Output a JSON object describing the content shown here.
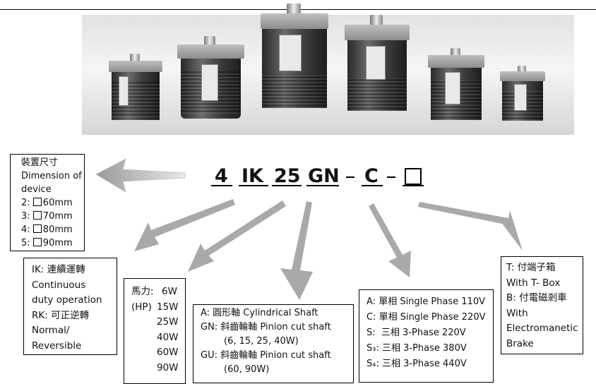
{
  "model": {
    "c1": "4",
    "c2": "IK",
    "c3": "25",
    "c4": "GN",
    "c5": "C"
  },
  "dimension": {
    "title_zh": "裝置尺寸",
    "title_en1": "Dimension of",
    "title_en2": "device",
    "items": [
      {
        "code": "2:",
        "size": "60mm"
      },
      {
        "code": "3:",
        "size": "70mm"
      },
      {
        "code": "4:",
        "size": "80mm"
      },
      {
        "code": "5:",
        "size": "90mm"
      }
    ]
  },
  "motor_type": {
    "l1": "IK:  連續運轉",
    "l2": "Continuous",
    "l3": "duty operation",
    "l4": "RK: 可正逆轉",
    "l5": "Normal/",
    "l6": "Reversible"
  },
  "power": {
    "label1": "馬力:",
    "label2": "(HP)",
    "values": [
      "6W",
      "15W",
      "25W",
      "40W",
      "60W",
      "90W"
    ]
  },
  "shaft": {
    "a": "A: 圓形軸 Cylindrical Shaft",
    "gn": "GN: 斜齒輪軸 Pinion cut shaft",
    "gn_sub": "(6, 15, 25, 40W)",
    "gu": "GU: 斜齒輪軸 Pinion cut shaft",
    "gu_sub": "(60, 90W)"
  },
  "voltage": {
    "items": [
      {
        "code": "A:",
        "text": "單相 Single Phase 110V"
      },
      {
        "code": "C:",
        "text": "單相 Single Phase 220V"
      },
      {
        "code": "S:",
        "text": "三相 3-Phase 220V"
      },
      {
        "code": "S₃:",
        "text": "三相 3-Phase 380V"
      },
      {
        "code": "S₄:",
        "text": "三相 3-Phase 440V"
      }
    ]
  },
  "option": {
    "l1": "T: 付端子箱",
    "l2": "With T- Box",
    "l3": "B: 付電磁剎車",
    "l4": "With",
    "l5": "Electromanetic",
    "l6": "Brake"
  }
}
